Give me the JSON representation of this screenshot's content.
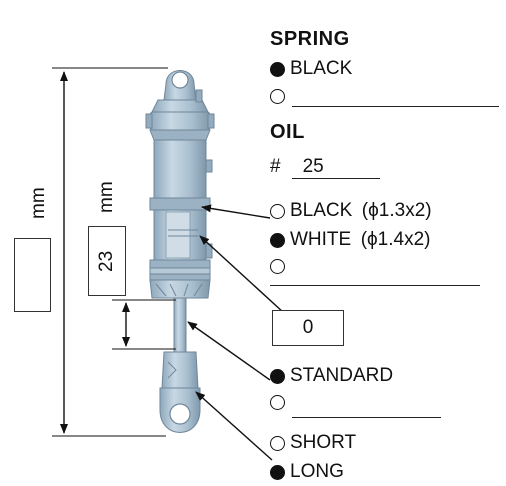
{
  "spring": {
    "heading": "SPRING",
    "options": [
      {
        "label": "BLACK",
        "selected": true
      },
      {
        "label": "",
        "selected": false
      }
    ]
  },
  "oil": {
    "heading": "OIL",
    "prefix": "#",
    "value": "25"
  },
  "piston": {
    "options": [
      {
        "label": "BLACK (ϕ1.3x2)",
        "selected": false
      },
      {
        "label": "WHITE (ϕ1.4x2)",
        "selected": true
      },
      {
        "label": "",
        "selected": false
      }
    ]
  },
  "spacer": {
    "value": "0"
  },
  "shaft": {
    "options": [
      {
        "label": "STANDARD",
        "selected": true
      },
      {
        "label": "",
        "selected": false
      }
    ]
  },
  "rod_end": {
    "options": [
      {
        "label": "SHORT",
        "selected": false
      },
      {
        "label": "LONG",
        "selected": true
      }
    ]
  },
  "dimensions": {
    "overall_unit": "mm",
    "overall_value": "",
    "body_unit": "mm",
    "body_value": "23"
  },
  "colors": {
    "shock_body": "#a9bfcf",
    "shock_dark": "#7f98ab",
    "line": "#111111"
  }
}
